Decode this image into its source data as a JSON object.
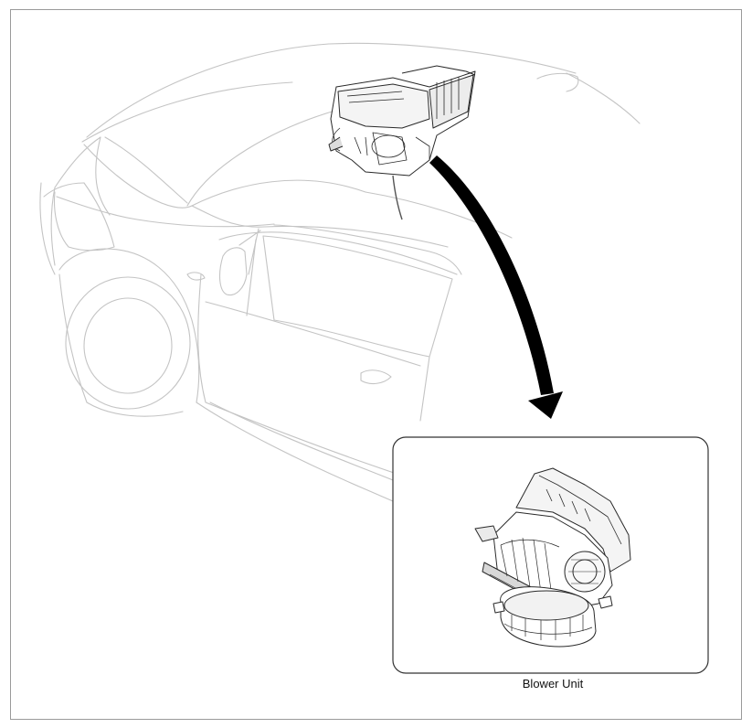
{
  "figure": {
    "callout_label": "Blower Unit",
    "colors": {
      "frame": "#9a9a9a",
      "car_outline": "#c4c4c4",
      "component": "#2a2a2a",
      "arrow": "#000000"
    },
    "icons": [
      "car-outline",
      "hvac-module",
      "blower-unit",
      "pointer-arrow"
    ]
  }
}
